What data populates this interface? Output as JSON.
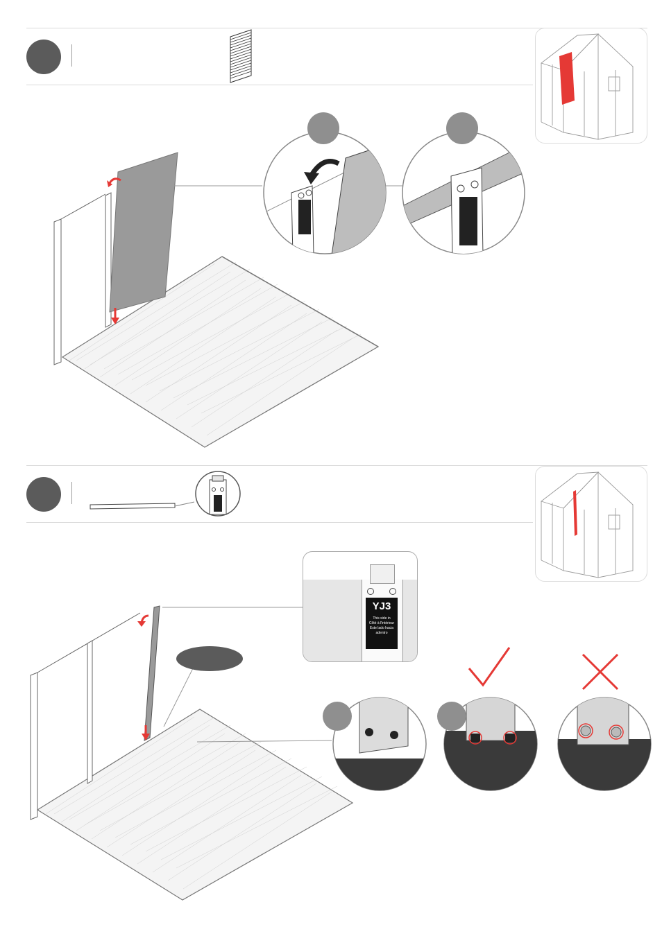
{
  "steps": [
    {
      "part": "wall-panel",
      "detail_callouts": [
        "slide-in-panel-detail",
        "panel-seated-detail"
      ]
    },
    {
      "part": "wall-profile",
      "detail_callouts": [
        "profile-label-detail",
        "profile-alignment-detail",
        "correct-fit-detail",
        "incorrect-fit-detail"
      ]
    }
  ],
  "profile_label": {
    "code": "YJ3",
    "lines": [
      "This side in",
      "Côté à l'intérieur",
      "Este lado hacia",
      "adentro"
    ]
  },
  "colors": {
    "accent": "#e53935",
    "badge": "#5b5b5b",
    "panel": "#9a9a9a",
    "correct": "#e53935",
    "incorrect": "#e53935"
  },
  "icons": {
    "correct": "check-icon",
    "incorrect": "cross-icon"
  }
}
